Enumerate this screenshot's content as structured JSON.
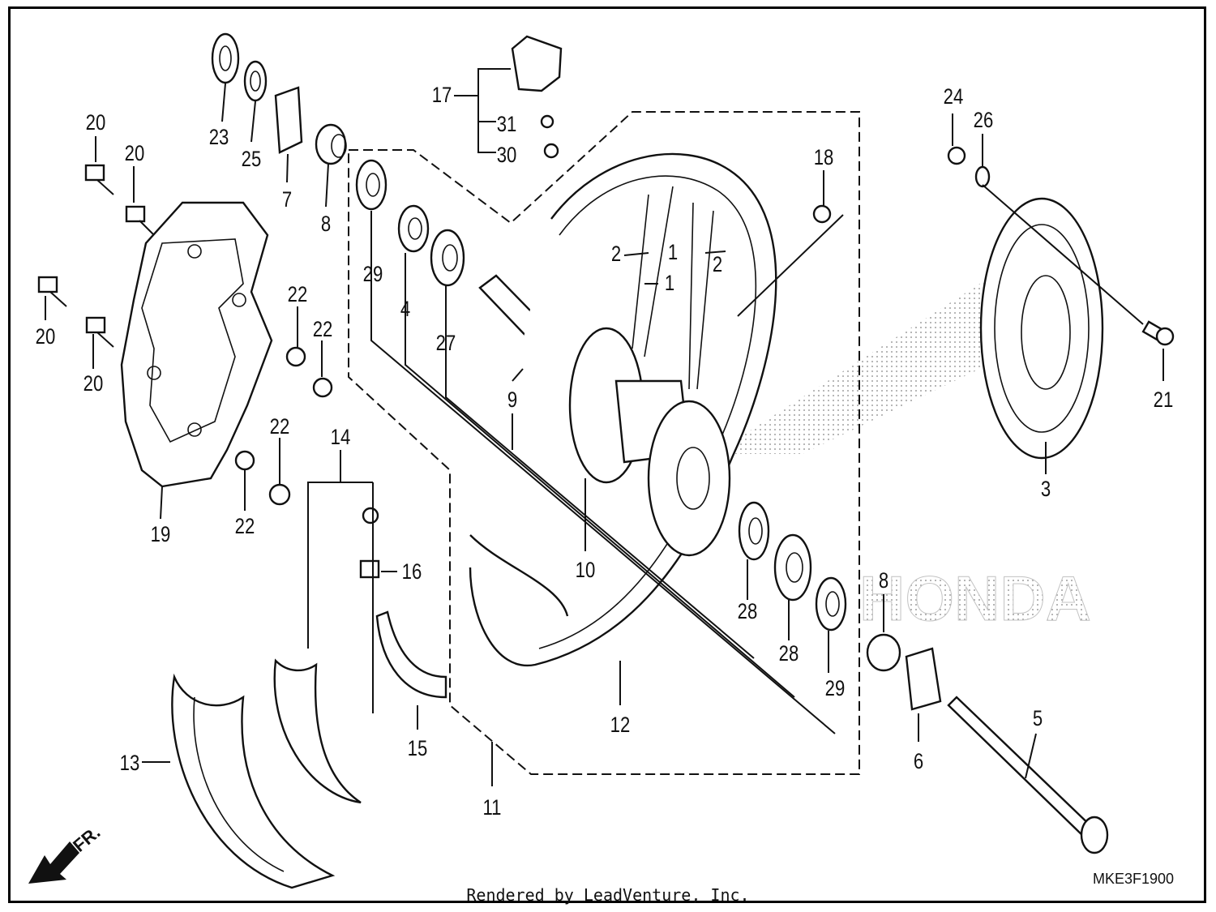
{
  "diagram": {
    "callouts": [
      "1",
      "1",
      "2",
      "2",
      "3",
      "4",
      "5",
      "6",
      "7",
      "8",
      "8",
      "9",
      "10",
      "11",
      "12",
      "13",
      "14",
      "15",
      "16",
      "17",
      "18",
      "19",
      "20",
      "20",
      "20",
      "20",
      "21",
      "22",
      "22",
      "22",
      "22",
      "23",
      "24",
      "25",
      "26",
      "27",
      "28",
      "28",
      "29",
      "29",
      "30",
      "31"
    ],
    "direction_label": "FR.",
    "watermark": "HONDA",
    "diagram_code": "MKE3F1900"
  },
  "footer": {
    "credit": "Rendered by LeadVenture, Inc."
  }
}
